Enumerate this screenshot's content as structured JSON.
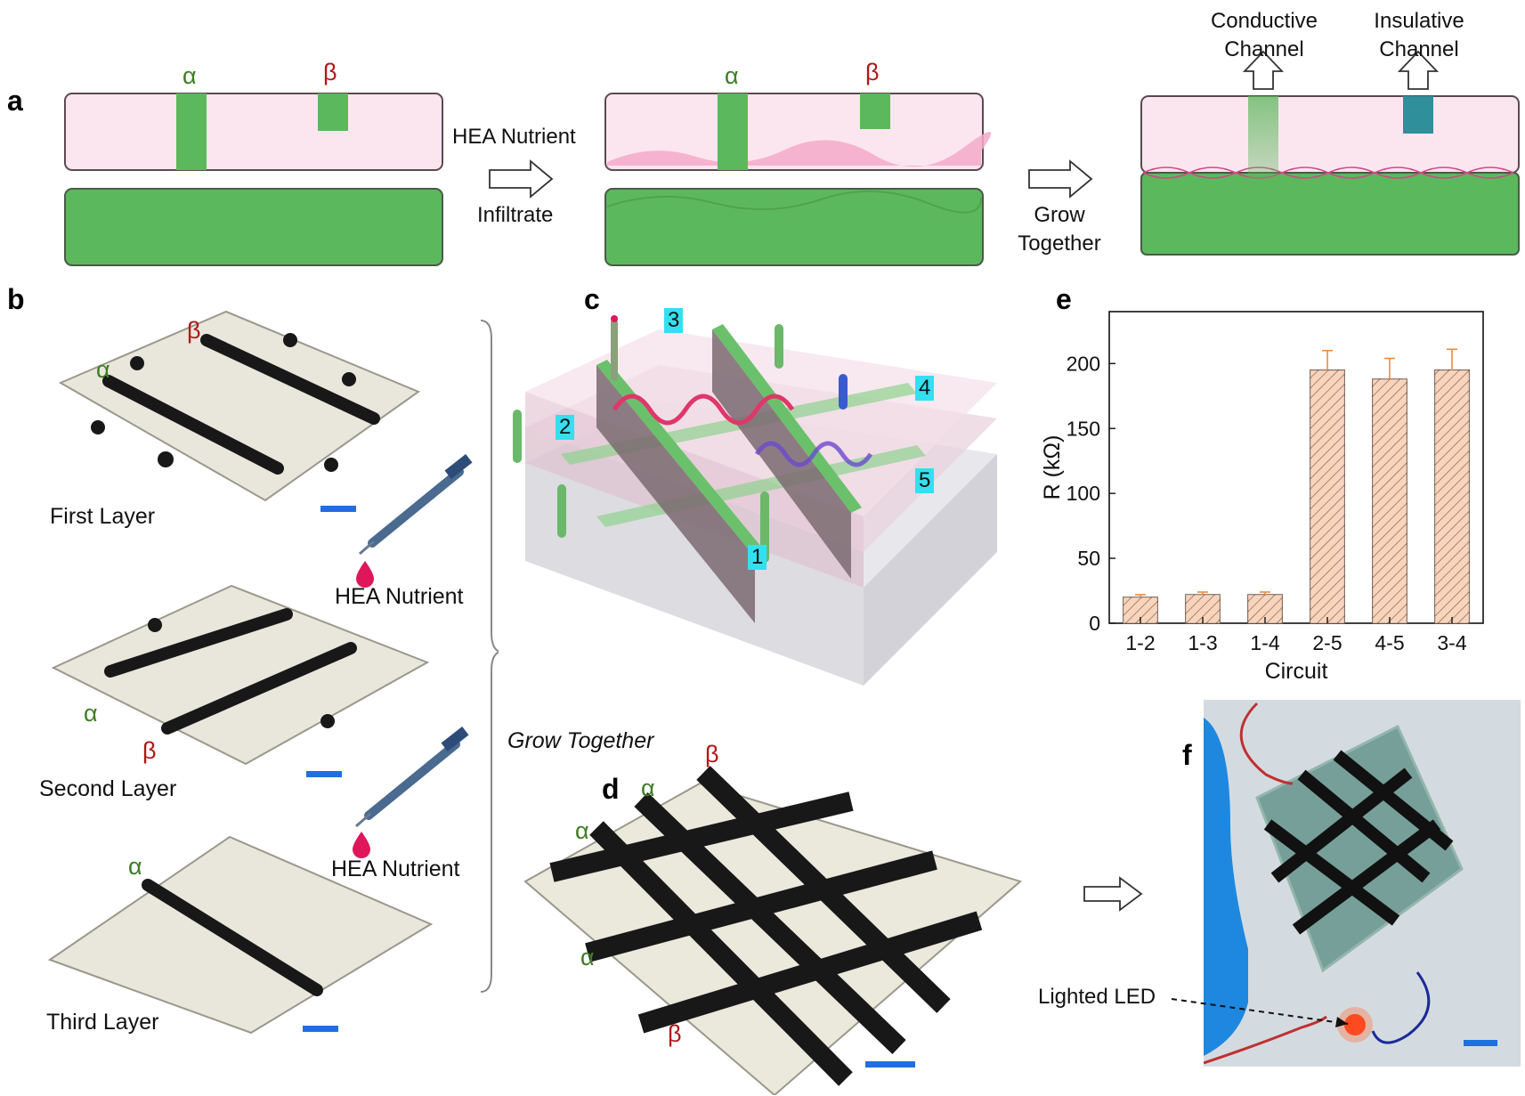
{
  "figure": {
    "panels": [
      "a",
      "b",
      "c",
      "d",
      "e",
      "f"
    ],
    "panel_a": {
      "alpha": "α",
      "beta": "β",
      "step1_top": "HEA Nutrient",
      "step1_bottom": "Infiltrate",
      "step2_line1": "Grow",
      "step2_line2": "Together",
      "conductive_line1": "Conductive",
      "conductive_line2": "Channel",
      "insulative_line1": "Insulative",
      "insulative_line2": "Channel"
    },
    "panel_b": {
      "layers": [
        {
          "name": "First Layer",
          "labels": [
            "α",
            "β"
          ]
        },
        {
          "name": "Second Layer",
          "labels": [
            "α",
            "β"
          ]
        },
        {
          "name": "Third Layer",
          "labels": [
            "α"
          ]
        }
      ],
      "nutrient_label": "HEA Nutrient",
      "grow_together": "Grow Together"
    },
    "panel_c": {
      "electrodes": [
        "1",
        "2",
        "3",
        "4",
        "5"
      ]
    },
    "panel_d": {
      "labels": [
        "α",
        "β",
        "α",
        "α",
        "β"
      ]
    },
    "panel_f": {
      "led_label": "Lighted LED"
    }
  },
  "chart_data": {
    "type": "bar",
    "title": "",
    "xlabel": "Circuit",
    "ylabel": "R (kΩ)",
    "categories": [
      "1-2",
      "1-3",
      "1-4",
      "2-5",
      "4-5",
      "3-4"
    ],
    "values": [
      20,
      22,
      22,
      195,
      188,
      195
    ],
    "errors": [
      2,
      2,
      2,
      15,
      16,
      16
    ],
    "ylim": [
      0,
      240
    ],
    "yticks": [
      0,
      50,
      100,
      150,
      200
    ],
    "bar_color": "#f2a06a",
    "error_color": "#f08a3a"
  },
  "colors": {
    "green": "#5cb85c",
    "pink_layer": "#fbe6f0",
    "teal": "#2f8f9b",
    "alpha_text": "#3e7d25",
    "beta_text": "#b01818",
    "scale_bar": "#1f6fe0"
  }
}
